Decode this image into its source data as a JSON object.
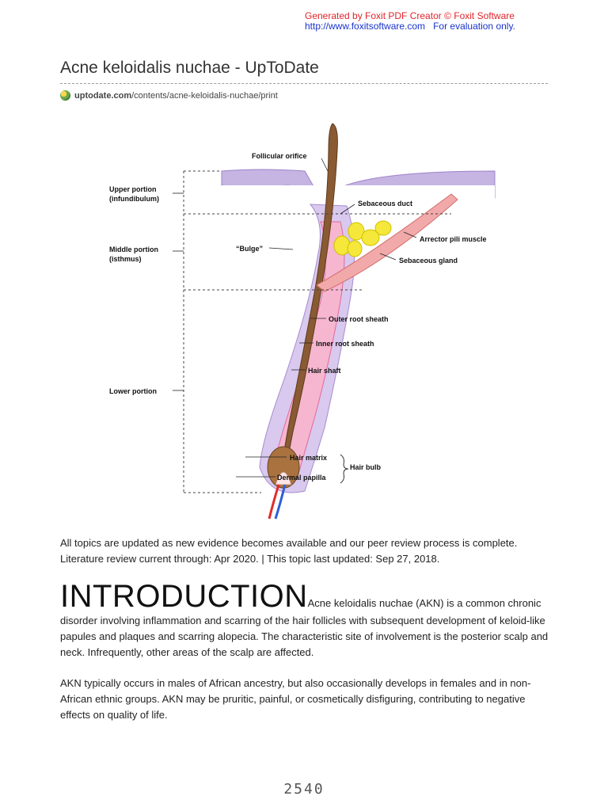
{
  "watermark": {
    "line1": "Generated by Foxit PDF Creator © Foxit Software",
    "url": "http://www.foxitsoftware.com",
    "note": "For evaluation only."
  },
  "header": {
    "title": "Acne keloidalis nuchae - UpToDate",
    "source_domain": "uptodate.com",
    "source_path": "/contents/acne-keloidalis-nuchae/print"
  },
  "figure": {
    "labels": {
      "follicular_orifice": "Follicular orifice",
      "upper_portion_1": "Upper portion",
      "upper_portion_2": "(infundibulum)",
      "sebaceous_duct": "Sebaceous duct",
      "arrector": "Arrector pili muscle",
      "middle_portion_1": "Middle portion",
      "middle_portion_2": "(isthmus)",
      "bulge": "“Bulge”",
      "sebaceous_gland": "Sebaceous gland",
      "outer_root": "Outer root sheath",
      "inner_root": "Inner root sheath",
      "hair_shaft": "Hair shaft",
      "lower_portion": "Lower portion",
      "hair_matrix": "Hair matrix",
      "hair_bulb": "Hair bulb",
      "dermal_papilla": "Dermal papilla"
    }
  },
  "body": {
    "update_line_1": "All topics are updated as new evidence becomes available and our peer review process is complete.",
    "update_line_2": "Literature review current through: Apr 2020. | This topic last updated: Sep 27, 2018.",
    "intro_heading": "INTRODUCTION",
    "intro_text": "Acne keloidalis nuchae (AKN) is a common chronic disorder involving inflammation and scarring of the hair follicles with subsequent development of keloid-like papules and plaques and scarring alopecia. The characteristic site of involvement is the posterior scalp and neck. Infrequently, other areas of the scalp are affected.",
    "para2": "AKN typically occurs in males of African ancestry, but also occasionally develops in females and in non-African ethnic groups. AKN may be pruritic, painful, or cosmetically disfiguring, contributing to negative effects on quality of life."
  },
  "footer": {
    "page_number": "2540"
  }
}
